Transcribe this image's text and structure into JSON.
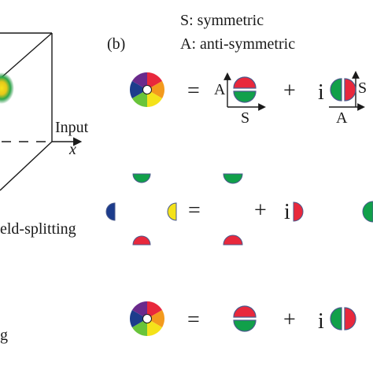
{
  "legend": {
    "symmetric": "S: symmetric",
    "anti_symmetric": "A: anti-symmetric"
  },
  "panel_b_label": "(b)",
  "panel_a_fragments": {
    "input_label": "Input",
    "axis_x": "x",
    "caption_partial_1": "eld-splitting",
    "caption_partial_2": "g"
  },
  "row1": {
    "equals": "=",
    "plus": "+",
    "imag_unit": "i",
    "term1_left_axis": "A",
    "term1_bottom_axis": "S",
    "term2_right_axis": "S",
    "term2_bottom_axis": "A"
  },
  "row2": {
    "equals": "=",
    "plus": "+",
    "imag_unit": "i"
  },
  "row3": {
    "equals": "=",
    "plus": "+",
    "imag_unit": "i"
  },
  "colors": {
    "red": "#e8283c",
    "green": "#11a04a",
    "blue": "#1c3c8c",
    "yellow": "#f4e21a",
    "outline": "#4a5a8c",
    "line": "#1a1a1a"
  }
}
